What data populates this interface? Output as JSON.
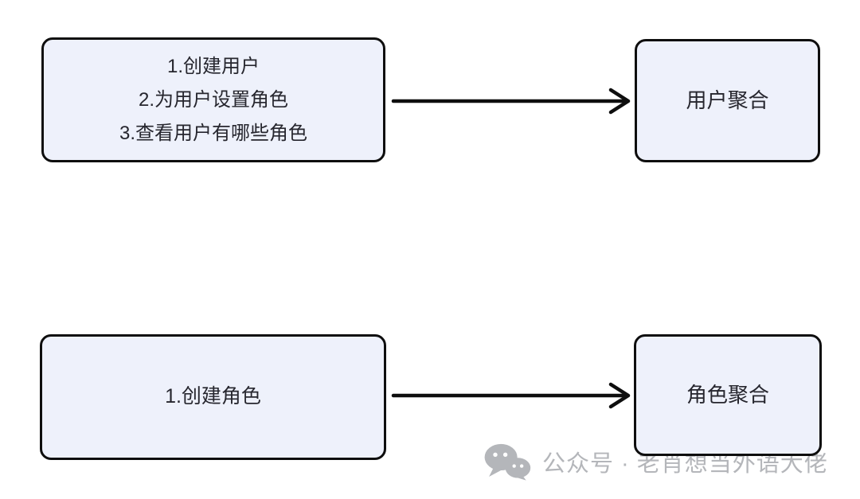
{
  "diagram": {
    "nodes": [
      {
        "id": "user-commands",
        "label": "1.创建用户\n2.为用户设置角色\n3.查看用户有哪些角色"
      },
      {
        "id": "user-aggregate",
        "label": "用户聚合"
      },
      {
        "id": "role-commands",
        "label": "1.创建角色"
      },
      {
        "id": "role-aggregate",
        "label": "角色聚合"
      }
    ],
    "edges": [
      {
        "from": "user-commands",
        "to": "user-aggregate",
        "style": "straight-arrow"
      },
      {
        "from": "role-commands",
        "to": "role-aggregate",
        "style": "straight-arrow"
      }
    ]
  },
  "watermark": {
    "icon": "wechat-icon",
    "text": "公众号 · 老肖想当外语大佬"
  },
  "colors": {
    "background": "#ffffff",
    "node_fill": "#eef1fb",
    "node_border": "#0e0e0e",
    "node_text": "#26262e",
    "arrow": "#0e0e0e",
    "watermark": "#b4b6ba"
  }
}
